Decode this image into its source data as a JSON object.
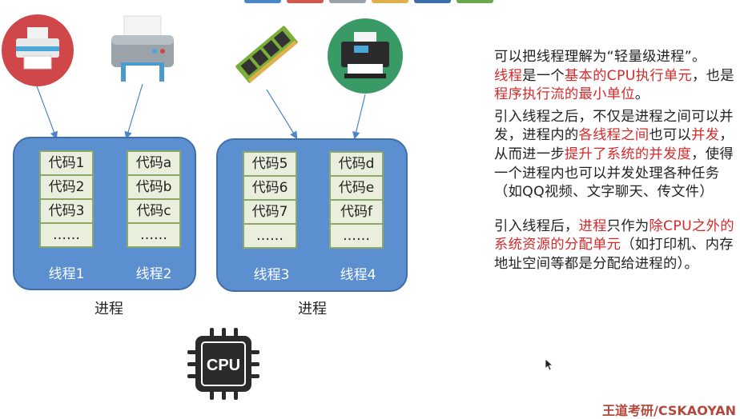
{
  "colors": {
    "process_fill": "#5b8fd0",
    "cell_fill": "#e9efdc",
    "highlight": "#d62a2a",
    "arrow": "#4a86c8"
  },
  "icons": [
    "printer-red-icon",
    "printer-gray-icon",
    "memory-stick-icon",
    "printer-green-icon",
    "cpu-icon"
  ],
  "processes": [
    {
      "label": "进程",
      "threads": [
        {
          "label": "线程1",
          "cells": [
            "代码1",
            "代码2",
            "代码3",
            "……"
          ]
        },
        {
          "label": "线程2",
          "cells": [
            "代码a",
            "代码b",
            "代码c",
            "……"
          ]
        }
      ]
    },
    {
      "label": "进程",
      "threads": [
        {
          "label": "线程3",
          "cells": [
            "代码5",
            "代码6",
            "代码7",
            "……"
          ]
        },
        {
          "label": "线程4",
          "cells": [
            "代码d",
            "代码e",
            "代码f",
            "……"
          ]
        }
      ]
    }
  ],
  "cpu_label": "CPU",
  "text": {
    "p1": "可以把线程理解为“轻量级进程”。",
    "p2": [
      {
        "t": "线程",
        "red": true
      },
      {
        "t": "是一个",
        "red": false
      },
      {
        "t": "基本的CPU执行单元",
        "red": true
      },
      {
        "t": "，也是",
        "red": false
      },
      {
        "t": "程序执行流的最小单位",
        "red": true
      },
      {
        "t": "。",
        "red": false
      }
    ],
    "p3": [
      {
        "t": "引入线程之后，不仅是进程之间可以并发，进程内的",
        "red": false
      },
      {
        "t": "各线程之间",
        "red": true
      },
      {
        "t": "也可以",
        "red": false
      },
      {
        "t": "并发",
        "red": true
      },
      {
        "t": "，从而进一步",
        "red": false
      },
      {
        "t": "提升了系统的并发度",
        "red": true
      },
      {
        "t": "，使得一个进程内也可以并发处理各种任务（如QQ视频、文字聊天、传文件）",
        "red": false
      }
    ],
    "p4": [
      {
        "t": "引入线程后，",
        "red": false
      },
      {
        "t": "进程",
        "red": true
      },
      {
        "t": "只作为",
        "red": false
      },
      {
        "t": "除CPU之外的系统资源的分配单元",
        "red": true
      },
      {
        "t": "（如打印机、内存地址空间等都是分配给进程的）。",
        "red": false
      }
    ]
  },
  "watermark": "王道考研/CSKAOYAN"
}
